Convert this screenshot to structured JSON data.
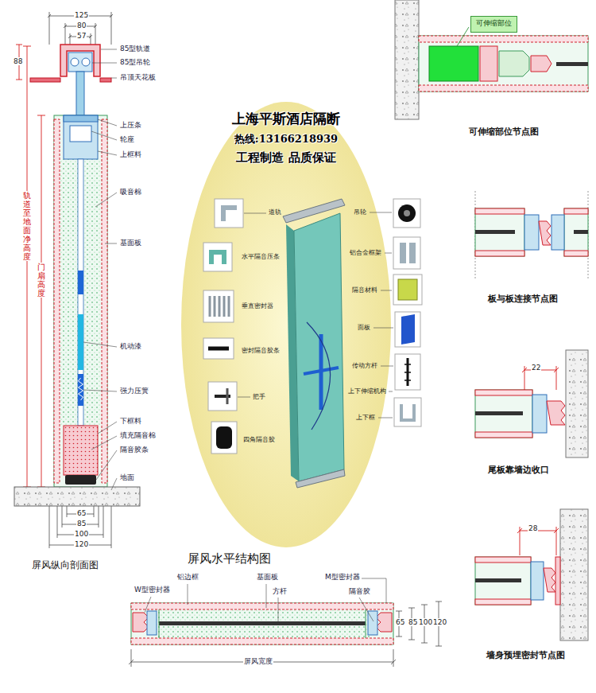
{
  "diagram": {
    "nodes": [
      {
        "text": [
          "上海平斯酒店隔断",
          "热线:13166218939",
          "工程制造 品质保证"
        ]
      },
      {
        "text": [
          "可伸缩部位"
        ]
      }
    ],
    "labels": [
      "125",
      "80",
      "57",
      "88",
      "85型轨道",
      "85型吊轮",
      "吊顶天花板",
      "上压条",
      "轮座",
      "上框料",
      "吸音棉",
      "基面板",
      "机动漆",
      "强力压簧",
      "下框料",
      "填充隔音棉",
      "隔音胶条",
      "地面",
      "轨道至地面净高度",
      "门扇高度",
      "65",
      "85",
      "100",
      "120",
      "屏风纵向剖面图",
      "道轨",
      "水平隔音压条",
      "垂直密封器",
      "密封隔音胶条",
      "把手",
      "四角隔音胶",
      "吊轮",
      "铝合金框架",
      "隔音材料",
      "面板",
      "传动方杆",
      "上下伸缩机构",
      "上下框",
      "屏风水平结构图",
      "铝边框",
      "基面板",
      "M型密封器",
      "W型密封器",
      "方杆",
      "隔音胶",
      "65",
      "85",
      "100",
      "120",
      "屏风宽度",
      "可伸缩部位节点图",
      "板与板连接节点图",
      "22",
      "尾板靠墙边收口",
      "28",
      "墙身预埋密封节点图"
    ]
  }
}
